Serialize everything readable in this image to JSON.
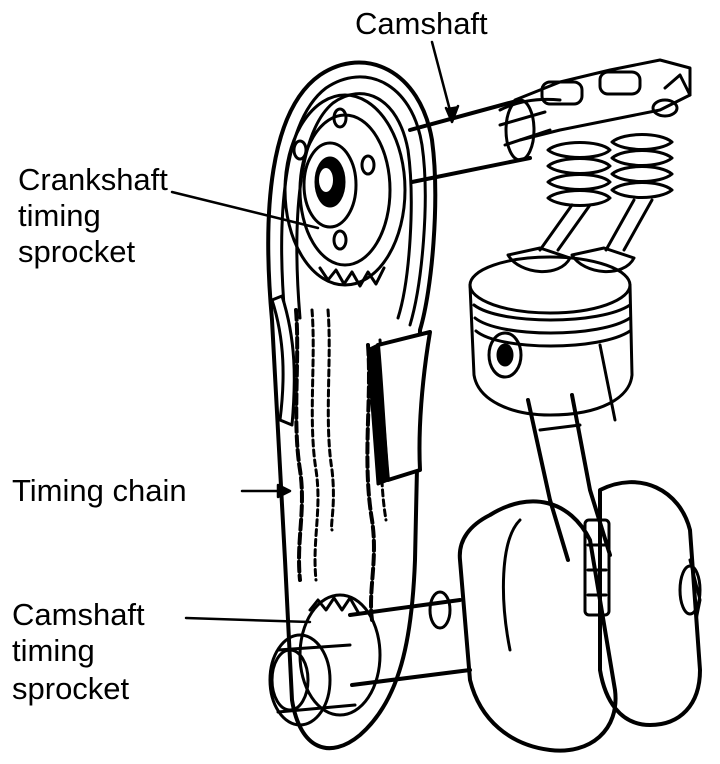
{
  "diagram": {
    "labels": {
      "camshaft": "Camshaft",
      "crank_line1": "Crankshaft",
      "crank_line2": "timing",
      "crank_line3": "sprocket",
      "timing_chain": "Timing chain",
      "cam_line1": "Camshaft",
      "cam_line2": "timing",
      "cam_line3": "sprocket"
    },
    "colors": {
      "ink": "#000000",
      "paper": "#ffffff"
    }
  }
}
